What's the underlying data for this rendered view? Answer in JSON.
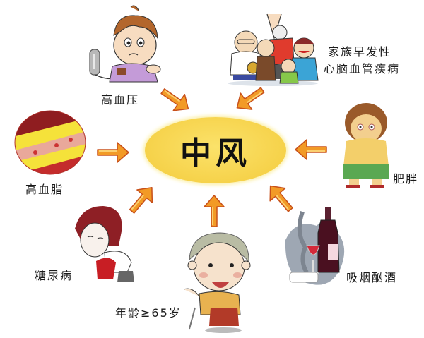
{
  "diagram": {
    "center": {
      "label": "中风",
      "color": "#f6d24a"
    },
    "arrow_color": "#f08a1c",
    "factors": [
      {
        "id": "hypertension",
        "label": "高血压",
        "icon": "blood-pressure-man-icon"
      },
      {
        "id": "family-history",
        "label_line1": "家族早发性",
        "label_line2": "心脑血管疾病",
        "icon": "family-group-icon"
      },
      {
        "id": "hyperlipidemia",
        "label": "高血脂",
        "icon": "clogged-artery-icon"
      },
      {
        "id": "obesity",
        "label": "肥胖",
        "icon": "overweight-child-icon"
      },
      {
        "id": "diabetes",
        "label": "糖尿病",
        "icon": "sick-woman-icon"
      },
      {
        "id": "age",
        "label": "年龄≥65岁",
        "icon": "elderly-woman-icon"
      },
      {
        "id": "smoking-drinking",
        "label": "吸烟酗酒",
        "icon": "cigarette-wine-icon"
      }
    ]
  }
}
